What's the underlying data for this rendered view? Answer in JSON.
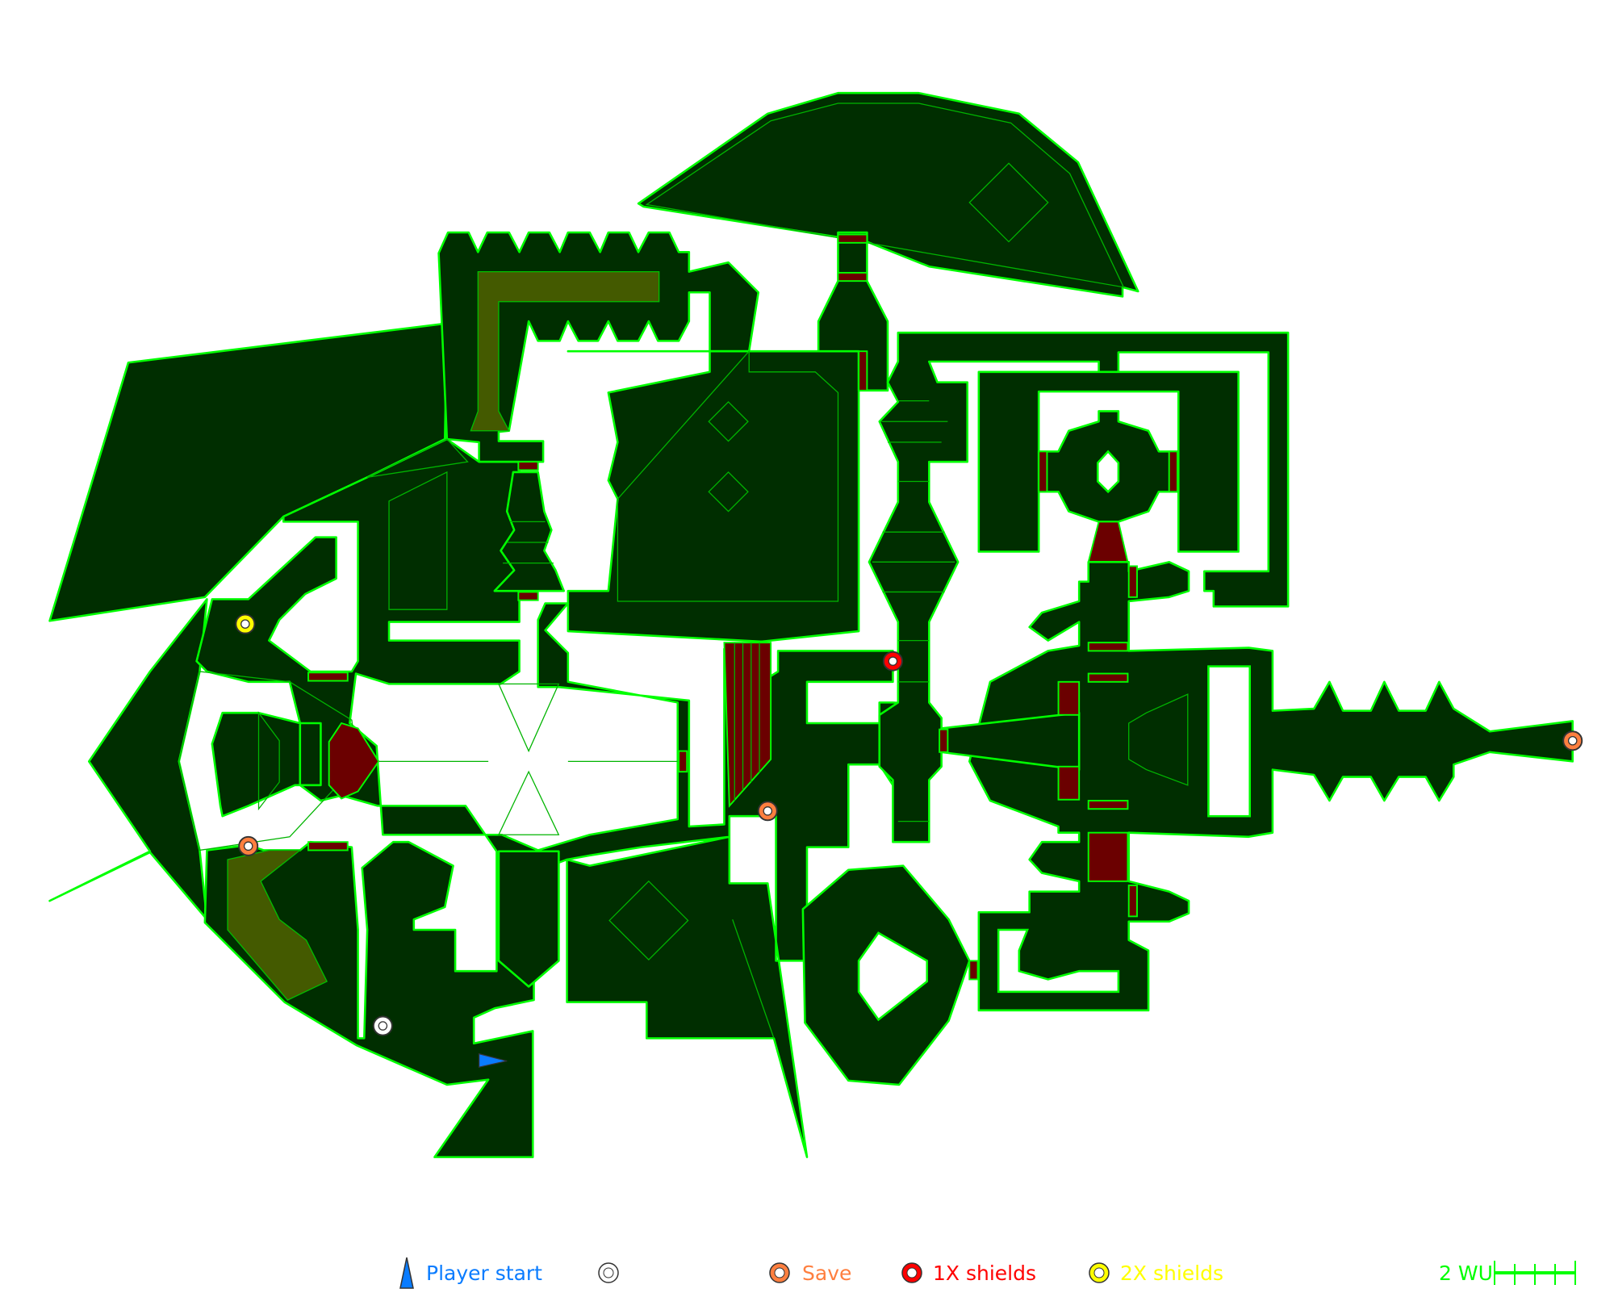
{
  "colors": {
    "wall": "#00ff00",
    "floor": "#002e00",
    "damage": "#6b0000",
    "liquid": "#445a00",
    "player": "#0a7cff",
    "save": "#ff7f3f",
    "shield1x": "#ff0000",
    "shield2x": "#ffff00",
    "generic": "#ffffff"
  },
  "markers": [
    {
      "type": "2X shields"
    },
    {
      "type": "Save"
    },
    {
      "type": "Save"
    },
    {
      "type": "Save"
    },
    {
      "type": "1X shields"
    },
    {
      "type": "generic"
    },
    {
      "type": "Player start"
    }
  ],
  "legend": {
    "player_start": "Player start",
    "save": "Save",
    "shield1x": "1X shields",
    "shield2x": "2X shields",
    "scale": "2 WU"
  }
}
